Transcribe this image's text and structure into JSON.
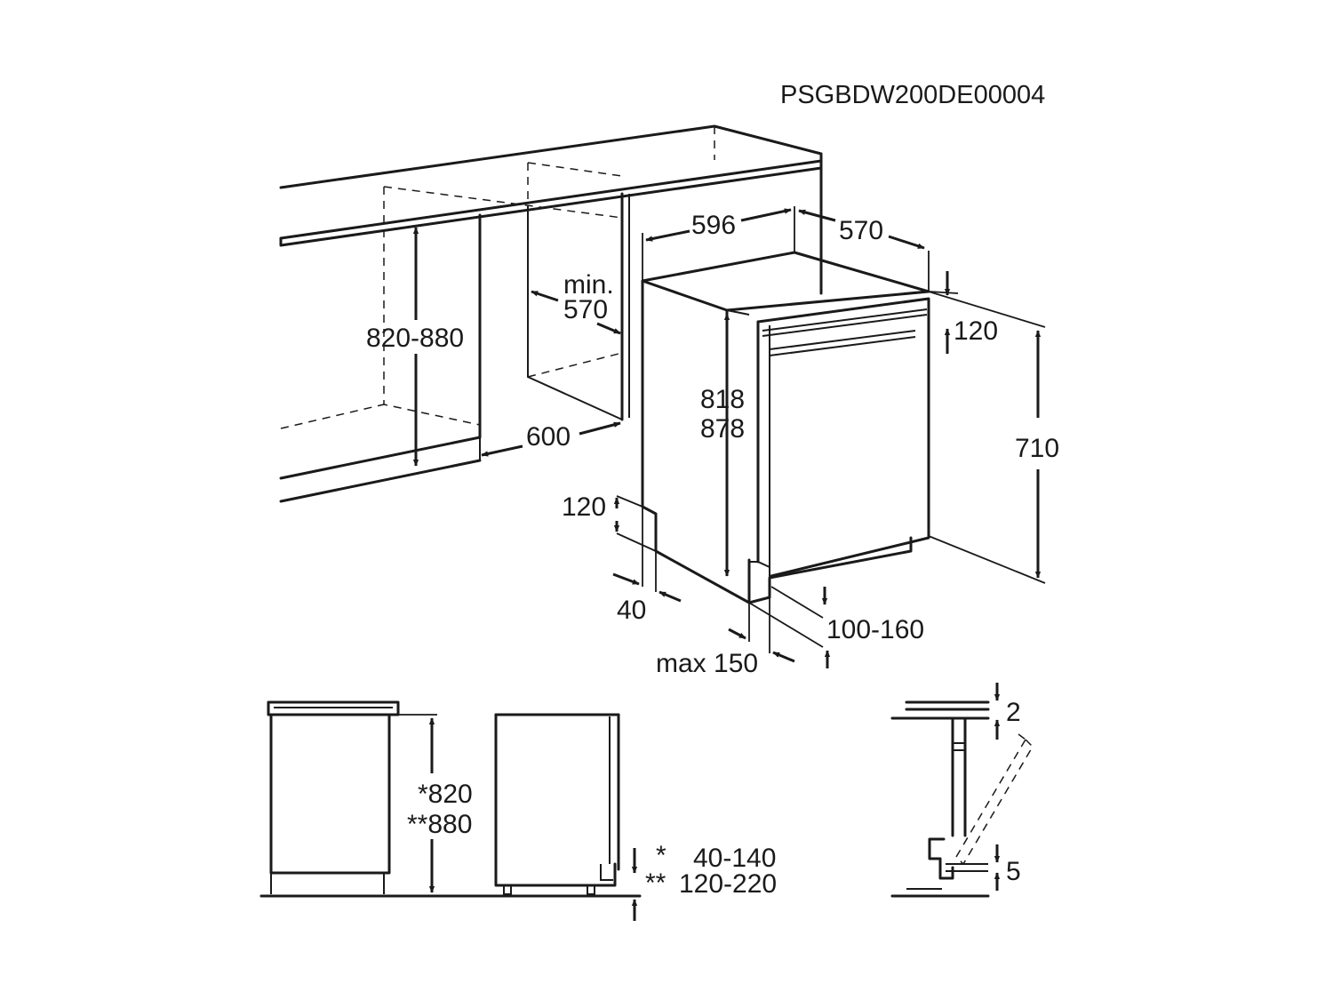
{
  "product_code": "PSGBDW200DE00004",
  "main_view": {
    "width": "596",
    "depth": "570",
    "niche_height": "820-880",
    "niche_depth_line1": "min.",
    "niche_depth_line2": "570",
    "niche_width": "600",
    "height_line1": "818",
    "height_line2": "878",
    "panel_top": "120",
    "door_height": "710",
    "plinth_height": "120",
    "plinth_inset": "40",
    "foot_range": "100-160",
    "plinth_max": "max 150"
  },
  "side_views": {
    "height_min": "*820",
    "height_max": "**880",
    "plinth_min_marker": "*",
    "plinth_min": "40-140",
    "plinth_max_marker": "**",
    "plinth_max": "120-220"
  },
  "detail_view": {
    "top_gap": "2",
    "bottom_gap": "5"
  }
}
